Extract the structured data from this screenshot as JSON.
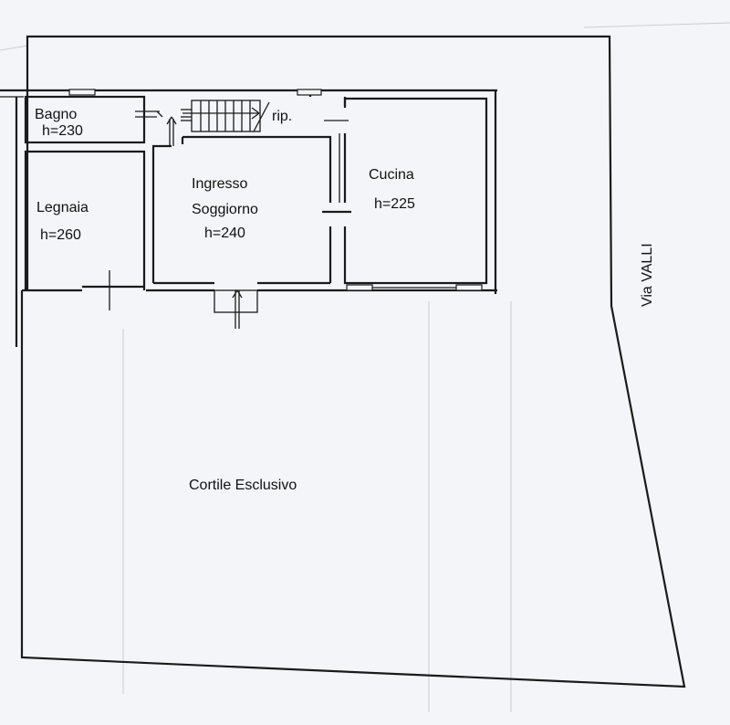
{
  "rooms": {
    "bagno": {
      "name": "Bagno",
      "height": "h=230"
    },
    "legnaia": {
      "name": "Legnaia",
      "height": "h=260"
    },
    "ingresso": {
      "name": "Ingresso",
      "name2": "Soggiorno",
      "height": "h=240"
    },
    "cucina": {
      "name": "Cucina",
      "height": "h=225"
    },
    "ripostiglio": {
      "name": "rip."
    }
  },
  "courtyard": {
    "name": "Cortile Esclusivo"
  },
  "street": {
    "name": "Via VALLI"
  }
}
